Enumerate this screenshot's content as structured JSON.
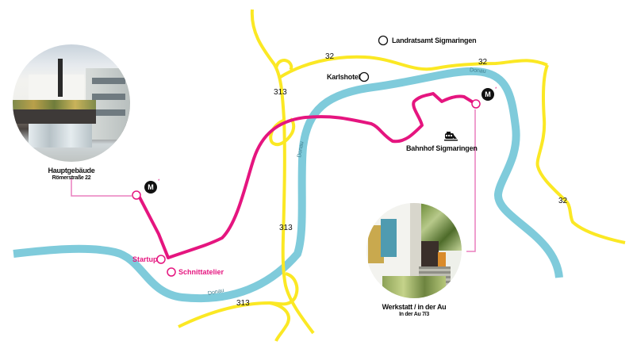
{
  "colors": {
    "road": "#fbe824",
    "river": "#7fcbdb",
    "route": "#e5157f",
    "connector": "#ea7fbd",
    "text": "#111111"
  },
  "roads": {
    "b313_north": "313",
    "b313_south": "313",
    "b313_bottom": "313",
    "b32_west": "32",
    "b32_east": "32",
    "b32_southeast": "32"
  },
  "river": {
    "name_west": "Donau",
    "name_center": "Donau",
    "name_east": "Donau"
  },
  "pois": {
    "landratsamt": "Landratsamt Sigmaringen",
    "karlshotel": "Karlshotel",
    "bahnhof": "Bahnhof Sigmaringen",
    "startup": "Startup",
    "schnittatelier": "Schnittatelier"
  },
  "locations": {
    "main_building": {
      "title": "Hauptgebäude",
      "address": "Römerstraße 22",
      "badge": "M",
      "star": "*"
    },
    "workshop": {
      "title": "Werkstatt / in der Au",
      "address": "In der Au 7/3",
      "badge": "M",
      "star": "*"
    }
  },
  "icons": {
    "train": "train-icon",
    "poi_marker": "circle-marker-icon",
    "metro": "m-badge-icon"
  }
}
